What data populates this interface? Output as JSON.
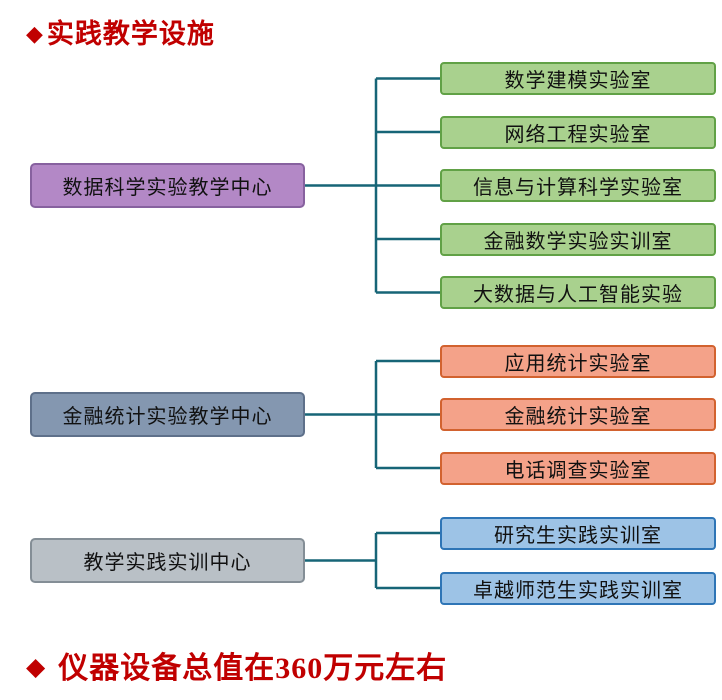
{
  "header": {
    "bullet": "◆",
    "title": "实践教学设施",
    "color": "#c00000"
  },
  "footer": {
    "bullet": "◆",
    "text": "仪器设备总值在360万元左右",
    "color": "#c00000"
  },
  "connector_color": "#176577",
  "groups": [
    {
      "parent": {
        "label": "数据科学实验教学中心",
        "fill": "#b388c6",
        "border": "#87619f"
      },
      "child_fill": "#a9d18e",
      "child_border": "#61a146",
      "children": [
        "数学建模实验室",
        "网络工程实验室",
        "信息与计算科学实验室",
        "金融数学实验实训室",
        "大数据与人工智能实验"
      ]
    },
    {
      "parent": {
        "label": "金融统计实验教学中心",
        "fill": "#8497b0",
        "border": "#5e708a"
      },
      "child_fill": "#f4a289",
      "child_border": "#d2622f",
      "children": [
        "应用统计实验室",
        "金融统计实验室",
        "电话调查实验室"
      ]
    },
    {
      "parent": {
        "label": "教学实践实训中心",
        "fill": "#b9c0c6",
        "border": "#848e96"
      },
      "child_fill": "#9dc3e6",
      "child_border": "#2e75b6",
      "children": [
        "研究生实践实训室",
        "卓越师范生实践实训室"
      ]
    }
  ]
}
